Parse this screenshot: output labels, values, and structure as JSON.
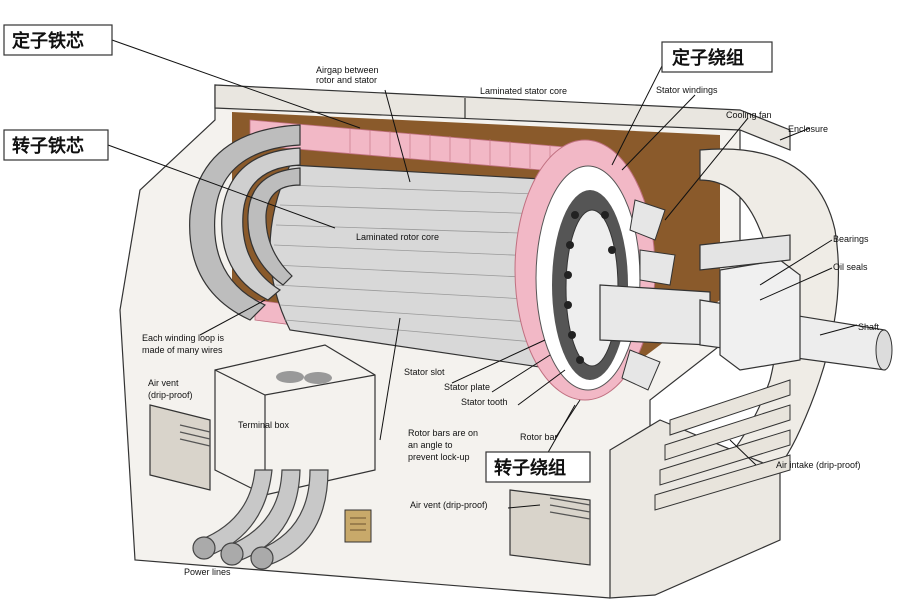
{
  "cn_labels": {
    "stator_core": "定子铁芯",
    "rotor_core": "转子铁芯",
    "stator_winding": "定子绕组",
    "rotor_winding": "转子绕组"
  },
  "labels": {
    "airgap_1": "Airgap between",
    "airgap_2": "rotor and stator",
    "laminated_stator_core": "Laminated stator core",
    "stator_windings": "Stator windings",
    "cooling_fan": "Cooling fan",
    "enclosure": "Enclosure",
    "laminated_rotor_core": "Laminated rotor core",
    "bearings": "Bearings",
    "oil_seals": "Oil seals",
    "shaft": "Shaft",
    "winding_loop_1": "Each winding loop is",
    "winding_loop_2": "made of many wires",
    "air_vent_left_1": "Air vent",
    "air_vent_left_2": "(drip-proof)",
    "terminal_box": "Terminal box",
    "stator_slot": "Stator slot",
    "stator_plate": "Stator plate",
    "stator_tooth": "Stator tooth",
    "rotor_bars_1": "Rotor bars are on",
    "rotor_bars_2": "an angle to",
    "rotor_bars_3": "prevent lock-up",
    "rotor_bar": "Rotor bar",
    "air_intake": "Air intake (drip-proof)",
    "air_vent_bottom": "Air vent (drip-proof)",
    "power_lines": "Power lines"
  },
  "colors": {
    "housing": "#f4f2ee",
    "interior": "#8a5a2b",
    "lamination_pink": "#f2b8c6",
    "rotor_gray": "#d8d8d8",
    "winding_gray": "#bdbdbd",
    "outline": "#333333"
  }
}
